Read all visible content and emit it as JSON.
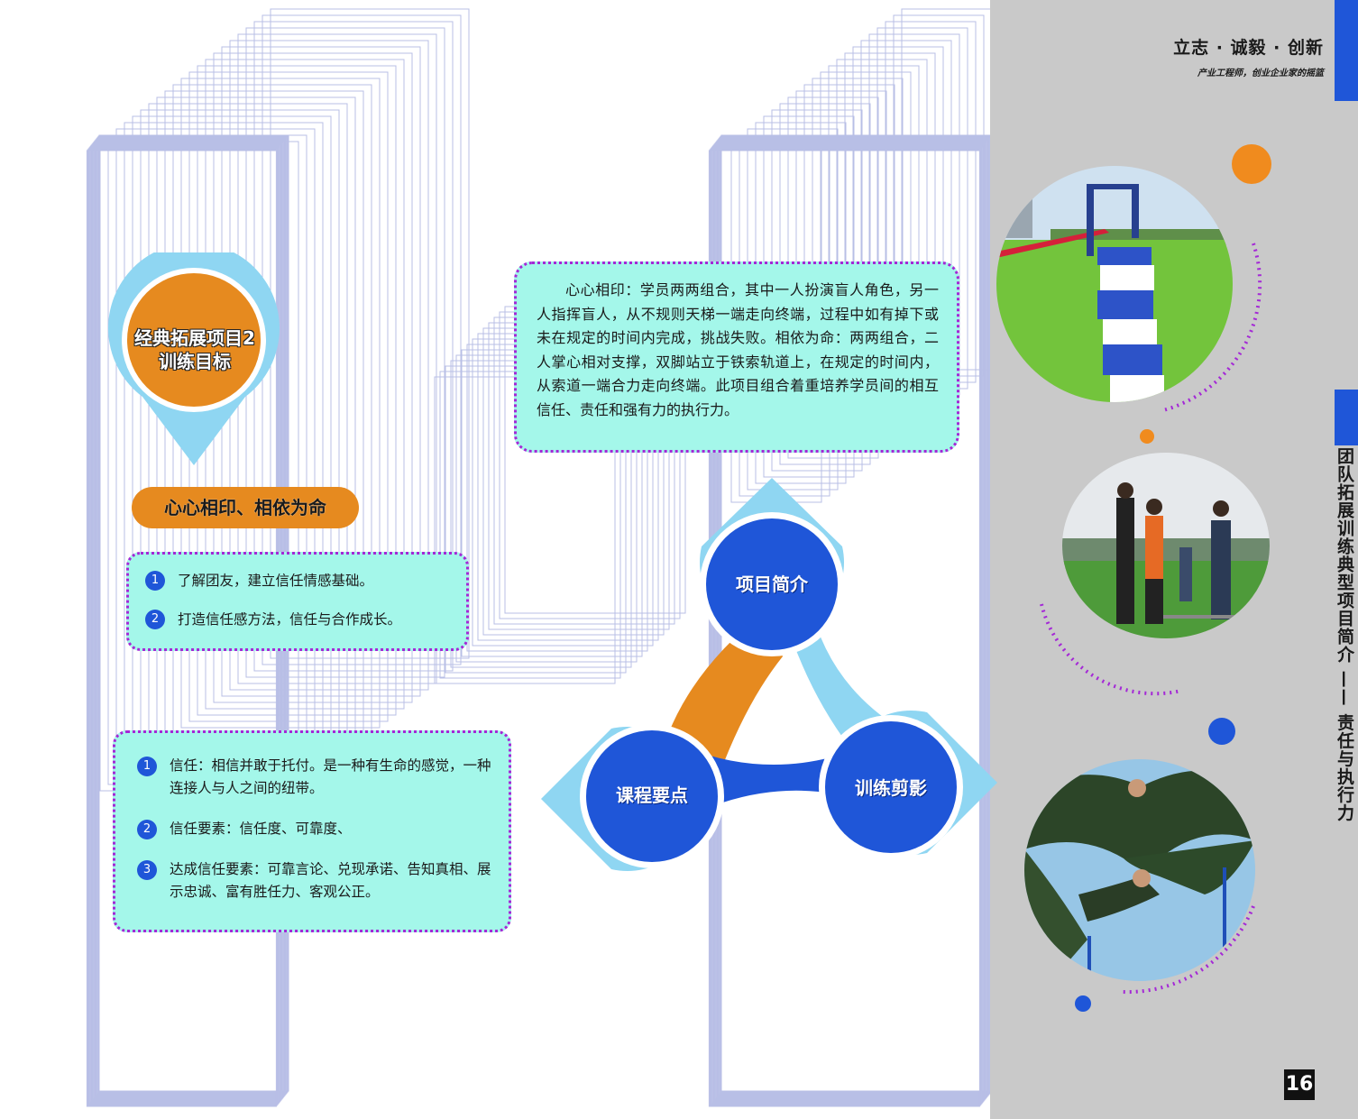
{
  "header": {
    "slogan": "立志 · 诚毅 · 创新",
    "subslogan": "产业工程师，创业企业家的摇篮"
  },
  "sidebar": {
    "vertical_title": "团队拓展训练典型项目简介 —— 责任与执行力",
    "page_number": "16"
  },
  "badge": {
    "line1": "经典拓展项目2",
    "line2": "训练目标"
  },
  "project_name": "心心相印、相依为命",
  "goals": [
    {
      "num": "1",
      "text": "了解团友，建立信任情感基础。"
    },
    {
      "num": "2",
      "text": "打造信任感方法，信任与合作成长。"
    }
  ],
  "key_points": [
    {
      "num": "1",
      "text": "信任：相信并敢于托付。是一种有生命的感觉，一种连接人与人之间的纽带。"
    },
    {
      "num": "2",
      "text": "信任要素：信任度、可靠度、"
    },
    {
      "num": "3",
      "text": "达成信任要素：可靠言论、兑现承诺、告知真相、展示忠诚、富有胜任力、客观公正。"
    }
  ],
  "introduction": "心心相印：学员两两组合，其中一人扮演盲人角色，另一人指挥盲人，从不规则天梯一端走向终端，过程中如有掉下或未在规定的时间内完成，挑战失败。相依为命：两两组合，二人掌心相对支撑，双脚站立于铁索轨道上，在规定的时间内，从索道一端合力走向终端。此项目组合着重培养学员间的相互信任、责任和强有力的执行力。",
  "diagram": {
    "top": "项目简介",
    "left": "课程要点",
    "right": "训练剪影"
  },
  "colors": {
    "blue": "#1f56d8",
    "orange": "#e68a1f",
    "light_blue": "#8fd6f2",
    "mint": "#a4f7ea",
    "purple_border": "#a428d6",
    "gray_strip": "#c9c9c9"
  },
  "icons": [
    "number-badge-icon"
  ]
}
